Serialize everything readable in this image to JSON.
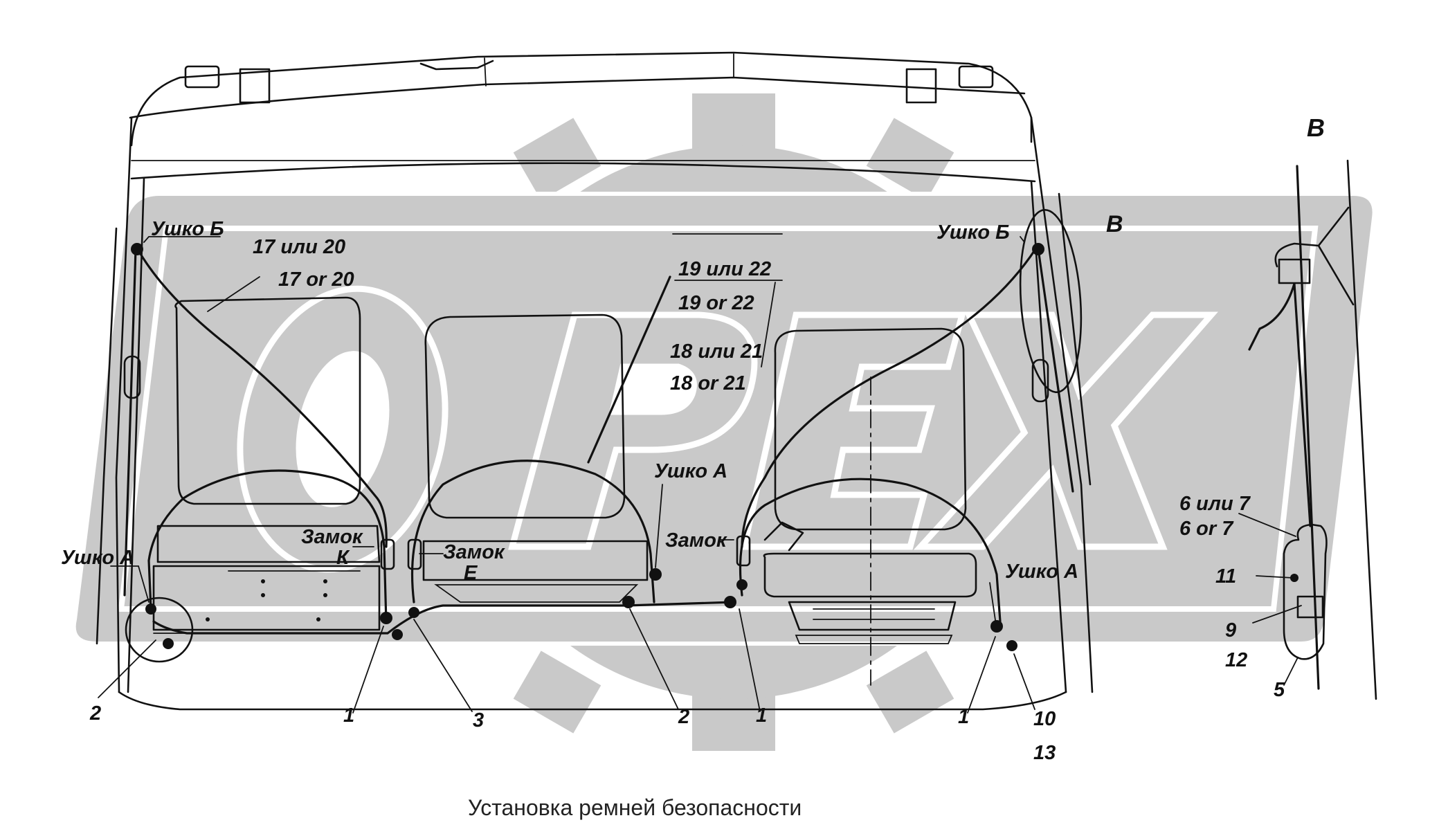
{
  "labels": {
    "ushko_b_left": "Ушко Б",
    "ushko_b_right": "Ушко Б",
    "ushko_a_left": "Ушко А",
    "ushko_a_mid": "Ушко А",
    "ushko_a_right": "Ушко А",
    "zamok_k": "Замок",
    "zamok_k_letter": "К",
    "zamok_e": "Замок",
    "zamok_e_letter": "Е",
    "zamok_right": "Замок",
    "part_17_20_ru": "17 или 20",
    "part_17_20_en": "17 or 20",
    "part_19_22_ru": "19 или 22",
    "part_19_22_en": "19 or 22",
    "part_18_21_ru": "18 или 21",
    "part_18_21_en": "18 or 21",
    "view_b_marker": "В",
    "view_b_title": "В",
    "part_6_7_ru": "6 или 7",
    "part_6_7_en": "6 or 7",
    "n_11": "11",
    "n_9": "9",
    "n_12": "12",
    "n_5": "5",
    "n_2_left": "2",
    "n_1_a": "1",
    "n_3": "3",
    "n_2_mid": "2",
    "n_1_b": "1",
    "n_1_c": "1",
    "n_10": "10",
    "n_13": "13"
  },
  "caption": "Установка ремней безопасности",
  "colors": {
    "ink": "#111111",
    "watermark": "#c9c9c9",
    "background": "#ffffff"
  }
}
